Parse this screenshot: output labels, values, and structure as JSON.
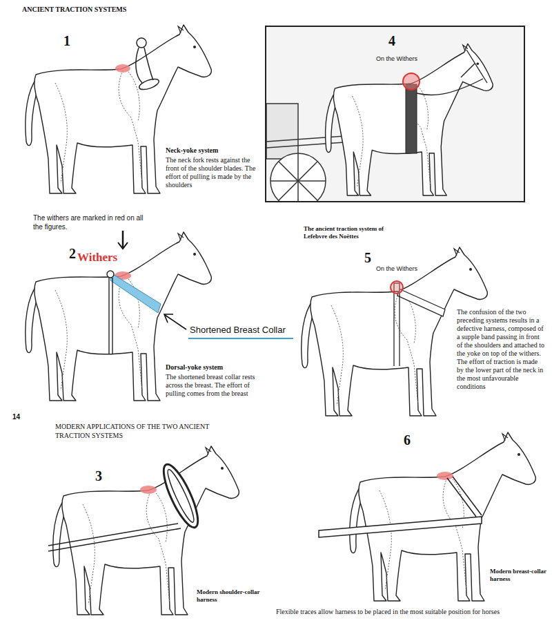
{
  "diagram": {
    "title": "ANCIENT TRACTION SYSTEMS",
    "caption": "Flexible traces allow harness to be placed in the most suitable position for horses",
    "labels": [
      "1",
      "Neck-yoke system",
      "The neck fork rests against the front of the shoulder blades. The effort of pulling is made by the shoulders",
      "4",
      "On the Withers",
      "The withers are marked in red on all the figures.",
      "2",
      "Withers",
      "Shortened Breast Collar",
      "Dorsal-yoke system",
      "The shortened breast collar rests across the breast. The effort of pulling comes from the breast",
      "The ancient traction system of Lefebvre des Noëttes",
      "5",
      "On the Withers",
      "The confusion of the two preceding systems results in a defective harness, composed of a supple band passing in front of the shoulders and attached to the yoke on top of the withers. The effort of traction is made by the lower part of the neck in the most unfavourable conditions",
      "14",
      "MODERN APPLICATIONS OF THE TWO ANCIENT TRACTION SYSTEMS",
      "3",
      "Modern shoulder-collar harness",
      "6",
      "Modern breast-collar harness"
    ]
  }
}
